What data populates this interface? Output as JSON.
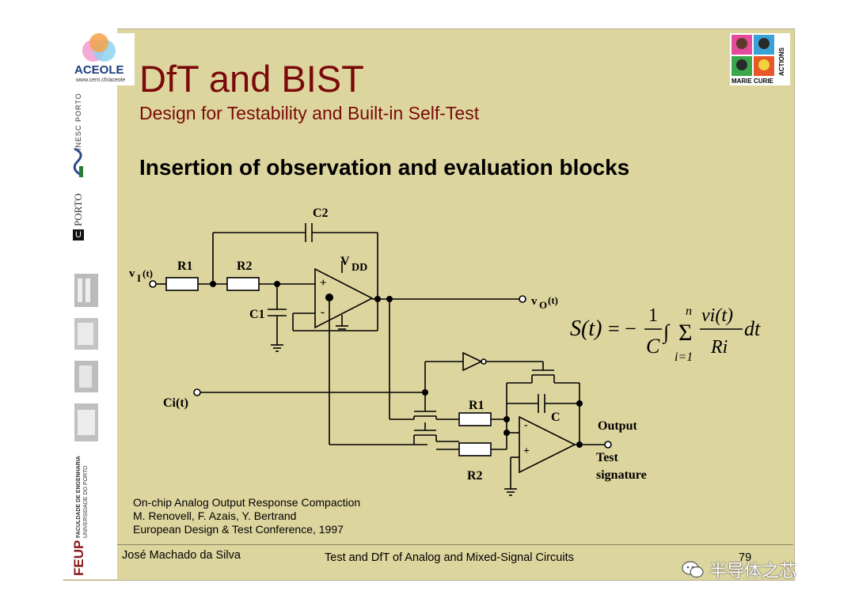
{
  "sidebar": {
    "logo_text": "ACEOLE",
    "logo_url": "www.cern.ch/aceole",
    "inesc_text": "INESC PORTO",
    "uporto_u": "U",
    "uporto_text": "PORTO",
    "feup_text": "FEUP",
    "feup_sub1": "FACULDADE DE ENGENHARIA",
    "feup_sub2": "UNIVERSIDADE DO PORTO"
  },
  "marie_curie": {
    "label": "MARIE CURIE",
    "actions": "ACTIONS"
  },
  "slide": {
    "title": "DfT and BIST",
    "subtitle": "Design for Testability and Built-in Self-Test",
    "heading": "Insertion of observation and evaluation blocks"
  },
  "circuit": {
    "vi_main": "v",
    "vi_sub": "I",
    "vi_t": "(t)",
    "vo_main": "v",
    "vo_sub": "O",
    "vo_t": "(t)",
    "r1": "R1",
    "r2": "R2",
    "c1": "C1",
    "c2": "C2",
    "vdd_v": "V",
    "vdd_sub": "DD",
    "ci": "Ci(t)",
    "r1b": "R1",
    "r2b": "R2",
    "c": "C",
    "output": "Output",
    "test_sig1": "Test",
    "test_sig2": "signature",
    "plus": "+",
    "minus": "-"
  },
  "formula": {
    "lhs": "S(t)",
    "eq": "= −",
    "frac_num": "1",
    "frac_den": "C",
    "integral": "∫",
    "sum": "Σ",
    "sum_top": "n",
    "sum_bottom": "i=1",
    "num": "vi(t)",
    "den": "Ri",
    "dt": "dt"
  },
  "reference": {
    "line1": "On-chip Analog Output Response Compaction",
    "line2": "M. Renovell, F. Azais, Y. Bertrand",
    "line3": "European Design & Test Conference, 1997"
  },
  "footer": {
    "author": "José Machado da Silva",
    "course": "Test and DfT of Analog and Mixed-Signal Circuits",
    "page": "79"
  },
  "watermark": {
    "text": "半导体之芯"
  },
  "colors": {
    "slide_bg": "#ddd59e",
    "title": "#7a0a0a"
  }
}
